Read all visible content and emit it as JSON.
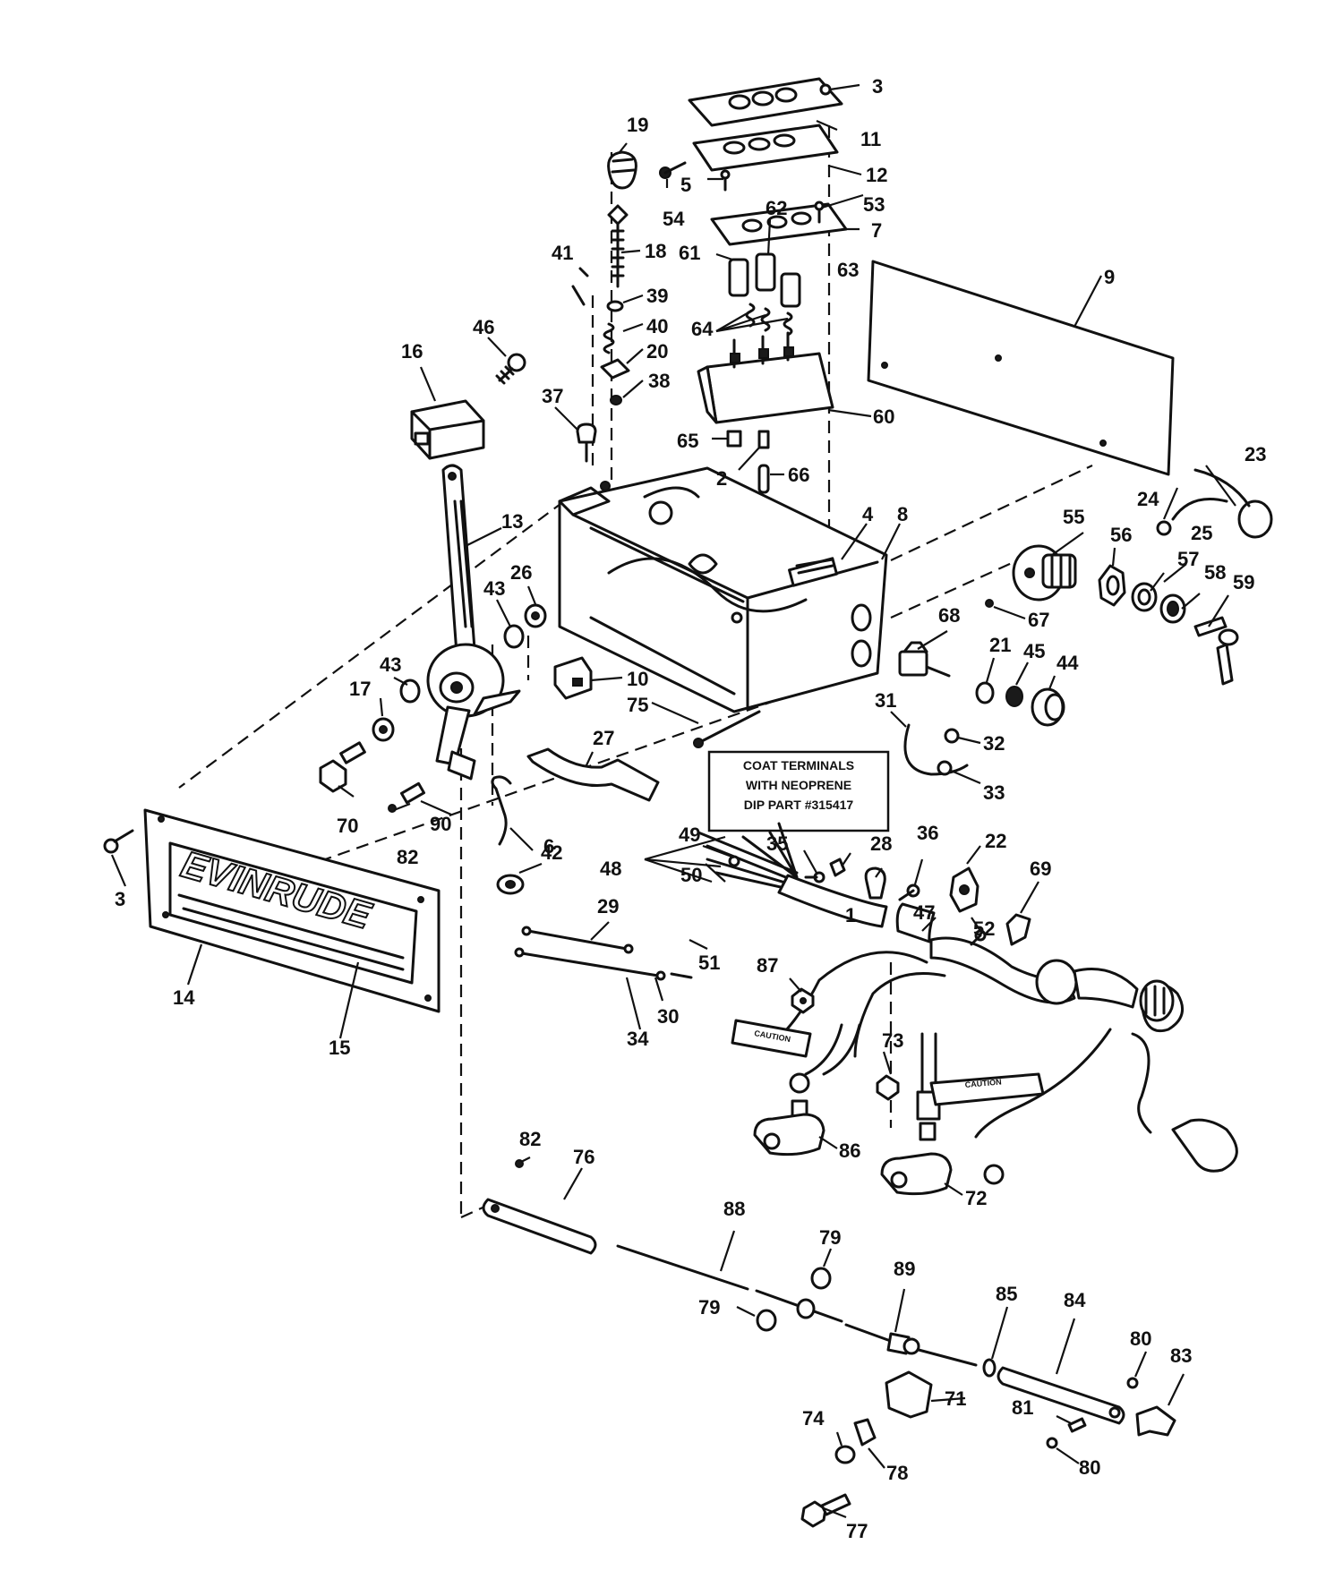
{
  "callouts": [
    "1",
    "2",
    "3",
    "4",
    "5",
    "6",
    "7",
    "8",
    "9",
    "10",
    "11",
    "12",
    "13",
    "14",
    "15",
    "16",
    "17",
    "18",
    "19",
    "20",
    "21",
    "22",
    "23",
    "24",
    "25",
    "26",
    "27",
    "28",
    "29",
    "30",
    "31",
    "32",
    "33",
    "34",
    "35",
    "36",
    "37",
    "38",
    "39",
    "40",
    "41",
    "42",
    "43",
    "44",
    "45",
    "46",
    "47",
    "48",
    "49",
    "50",
    "51",
    "52",
    "53",
    "54",
    "55",
    "56",
    "57",
    "58",
    "59",
    "60",
    "61",
    "62",
    "63",
    "64",
    "65",
    "66",
    "67",
    "68",
    "69",
    "70",
    "71",
    "72",
    "73",
    "74",
    "75",
    "76",
    "77",
    "78",
    "79",
    "80",
    "81",
    "82",
    "83",
    "84",
    "85",
    "86",
    "87",
    "88",
    "89",
    "90"
  ],
  "note": {
    "line1": "COAT TERMINALS",
    "line2": "WITH NEOPRENE",
    "line3": "DIP PART #315417"
  },
  "nameplate": {
    "brand": "EVINRUDE"
  },
  "labels": {
    "caution_1": "CAUTION",
    "caution_2": "CAUTION"
  }
}
